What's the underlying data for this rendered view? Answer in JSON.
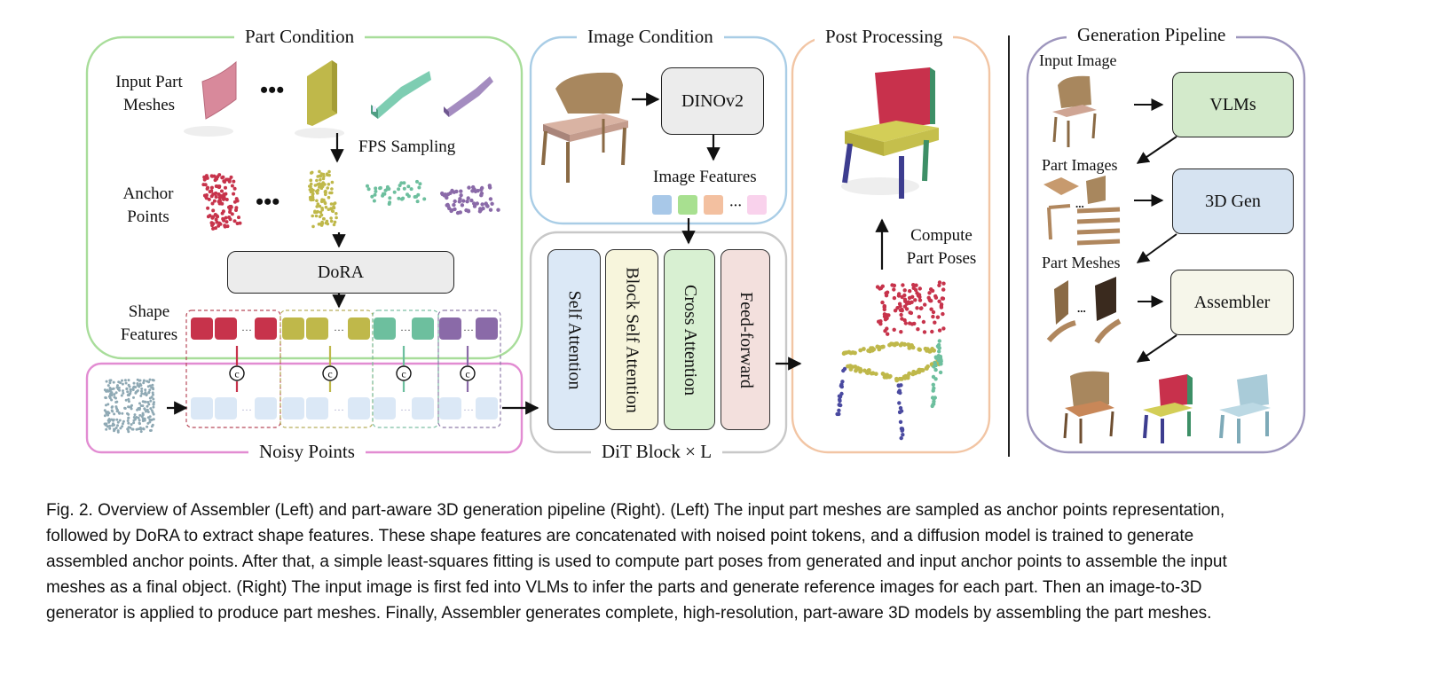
{
  "figure": {
    "part_condition": {
      "title": "Part Condition",
      "input_part_meshes": "Input Part\nMeshes",
      "fps_sampling": "FPS Sampling",
      "anchor_points": "Anchor\nPoints",
      "dora": "DoRA",
      "shape_features": "Shape\nFeatures",
      "ellipsis": "...",
      "concat_symbol": "c"
    },
    "noisy_points": {
      "title": "Noisy Points"
    },
    "image_condition": {
      "title": "Image Condition",
      "dinov2": "DINOv2",
      "image_features": "Image Features"
    },
    "dit": {
      "title": "DiT Block × L",
      "blocks": [
        "Self Attention",
        "Block Self  Attention",
        "Cross Attention",
        "Feed-forward"
      ],
      "colors": [
        "#dbe8f6",
        "#f7f5dc",
        "#d8f0d2",
        "#f3e0dd"
      ]
    },
    "post_processing": {
      "title": "Post Processing",
      "compute": "Compute\nPart Poses"
    },
    "generation_pipeline": {
      "title": "Generation Pipeline",
      "input_image": "Input Image",
      "part_images": "Part Images",
      "part_meshes": "Part Meshes",
      "vlms": "VLMs",
      "gen3d": "3D Gen",
      "assembler": "Assembler",
      "box_colors": [
        "#d3eacb",
        "#d6e3f1",
        "#f6f6ea"
      ]
    },
    "colors": {
      "part_condition_border": "#a8dd9a",
      "noisy_border": "#e28cd2",
      "image_condition_border": "#a9cde6",
      "post_processing_border": "#f2c5a4",
      "generation_border": "#9e96bd",
      "part_red": "#c7334b",
      "part_olive": "#bfb84a",
      "part_teal": "#6dbf9e",
      "part_purple": "#8a6aa8",
      "token_light": "#dbe8f6"
    }
  },
  "caption": [
    "Fig. 2.  Overview of Assembler (Left) and part-aware 3D generation pipeline (Right). (Left) The input part meshes are sampled as anchor points representation,",
    "followed by DoRA to extract shape features. These shape features are concatenated with noised point tokens, and a diffusion model is trained to generate",
    "assembled anchor points. After that, a simple least-squares fitting is used to compute part poses from generated and input anchor points to assemble the input",
    "meshes as a final object. (Right) The input image is first fed into VLMs to infer the parts and generate reference images for each part. Then an image-to-3D",
    "generator is applied to produce part meshes. Finally, Assembler generates complete, high-resolution, part-aware 3D models by assembling the part meshes."
  ]
}
